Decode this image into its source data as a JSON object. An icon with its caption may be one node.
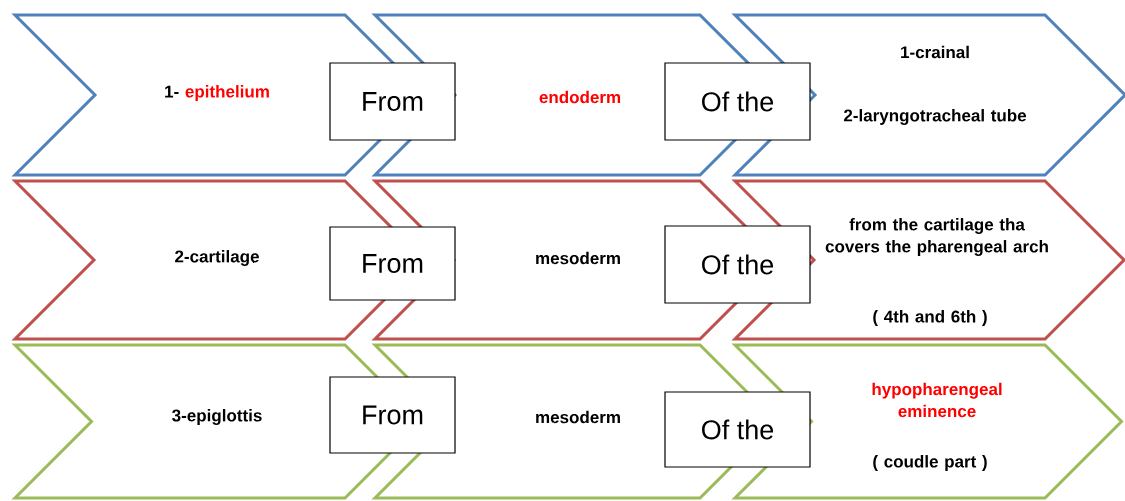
{
  "diagram": {
    "nodes": [
      {
        "text": [
          "1-",
          "epithelium"
        ]
      },
      {
        "text": [
          "From"
        ]
      },
      {
        "text": [
          "endoderm"
        ]
      },
      {
        "text": [
          "Of the"
        ]
      },
      {
        "text": [
          "1-crainal",
          "2-laryngotracheal tube"
        ]
      },
      {
        "text": [
          "2-cartilage"
        ]
      },
      {
        "text": [
          "From"
        ]
      },
      {
        "text": [
          "mesoderm"
        ]
      },
      {
        "text": [
          "Of the"
        ]
      },
      {
        "text": [
          "from the cartilage tha covers the pharengeal arch",
          "( 4th and 6th )"
        ]
      },
      {
        "text": [
          "3-epiglottis"
        ]
      },
      {
        "text": [
          "From"
        ]
      },
      {
        "text": [
          "mesoderm"
        ]
      },
      {
        "text": [
          "Of the"
        ]
      },
      {
        "text": [
          "hypopharengeal eminence",
          "( coudle part )"
        ]
      }
    ]
  }
}
